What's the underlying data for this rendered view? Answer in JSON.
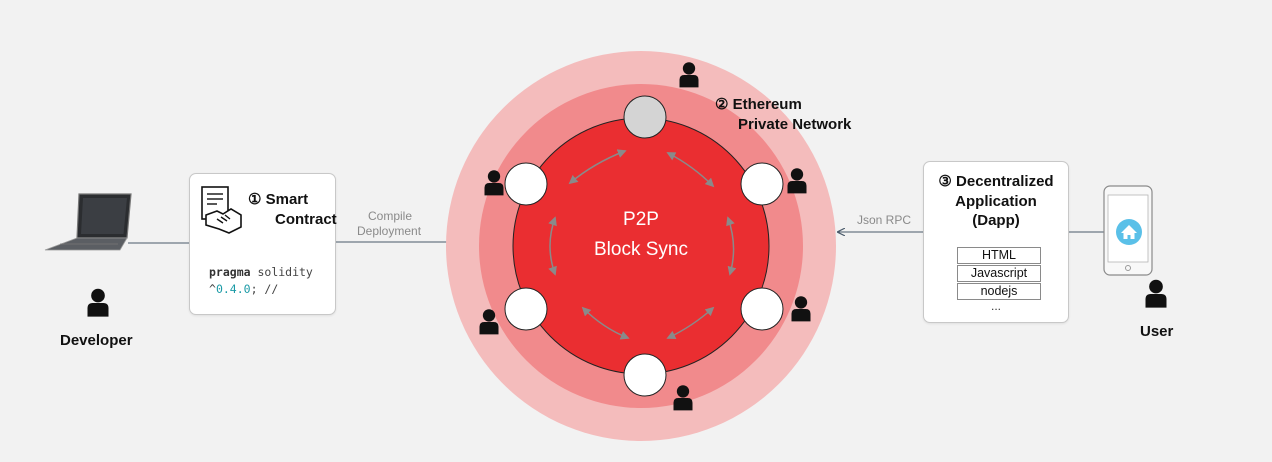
{
  "colors": {
    "ring_outer": "#f4bcbc",
    "ring_mid": "#f18a8c",
    "ring_core": "#ea2e31",
    "node_fill": "#ffffff",
    "node_top": "#d4d4d4",
    "arrow": "#8a8a8a",
    "version_text": "#1a9aa6"
  },
  "icons": {
    "developer_device": "laptop-icon",
    "user_device": "smartphone-icon",
    "app_icon": "home-icon",
    "person": "user-icon",
    "contract": "handshake-document-icon"
  },
  "developer": {
    "label": "Developer"
  },
  "user": {
    "label": "User"
  },
  "smart_contract": {
    "title_line1": "① Smart",
    "title_line2": "Contract",
    "code_keyword": "pragma",
    "code_rest": " solidity",
    "code_line2_prefix": "^",
    "code_version": "0.4.0",
    "code_line2_suffix": "; //"
  },
  "compile_label": {
    "line1": "Compile",
    "line2": "Deployment"
  },
  "rpc_label": "Json RPC",
  "network": {
    "label_line1": "② Ethereum",
    "label_line2": "Private Network",
    "center_line1": "P2P",
    "center_line2": "Block Sync"
  },
  "dapp": {
    "title_line1": "③ Decentralized",
    "title_line2": "Application",
    "title_line3": "(Dapp)",
    "tech": [
      "HTML",
      "Javascript",
      "nodejs"
    ],
    "more": "..."
  }
}
